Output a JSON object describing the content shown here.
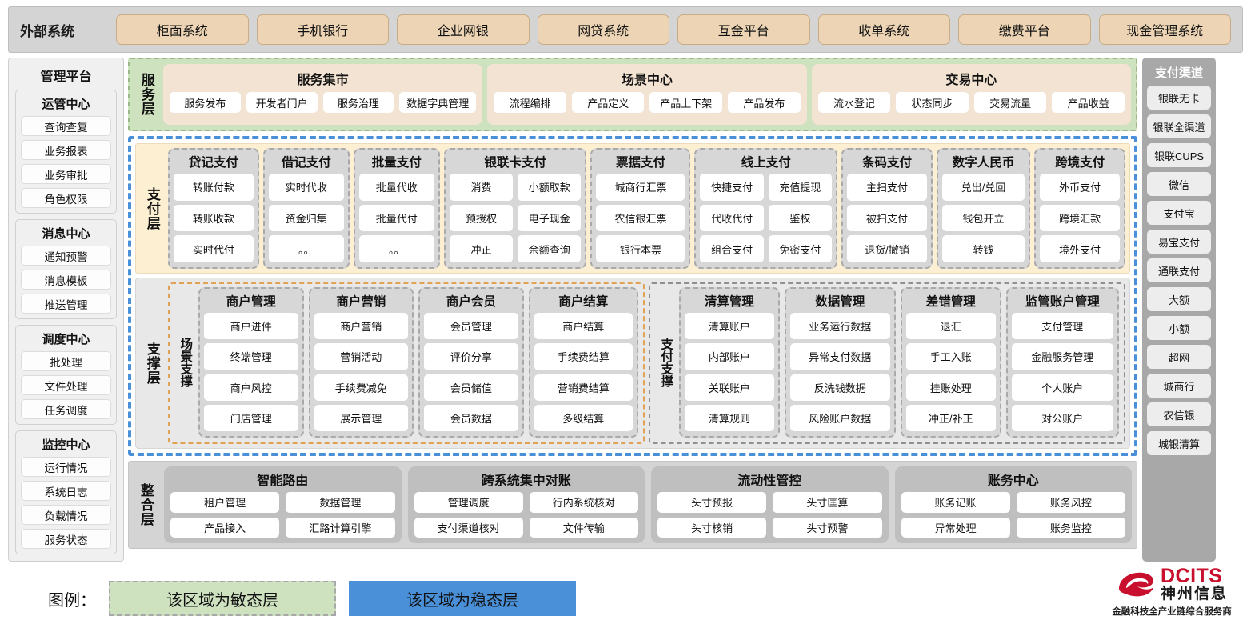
{
  "external": {
    "title": "外部系统",
    "items": [
      "柜面系统",
      "手机银行",
      "企业网银",
      "网贷系统",
      "互金平台",
      "收单系统",
      "缴费平台",
      "现金管理系统"
    ]
  },
  "management": {
    "title": "管理平台",
    "groups": [
      {
        "title": "运管中心",
        "items": [
          "查询查复",
          "业务报表",
          "业务审批",
          "角色权限"
        ]
      },
      {
        "title": "消息中心",
        "items": [
          "通知预警",
          "消息模板",
          "推送管理"
        ]
      },
      {
        "title": "调度中心",
        "items": [
          "批处理",
          "文件处理",
          "任务调度"
        ]
      },
      {
        "title": "监控中心",
        "items": [
          "运行情况",
          "系统日志",
          "负载情况",
          "服务状态"
        ]
      }
    ]
  },
  "service_layer": {
    "label": "服务层",
    "cards": [
      {
        "title": "服务集市",
        "items": [
          "服务发布",
          "开发者门户",
          "服务治理",
          "数据字典管理"
        ]
      },
      {
        "title": "场景中心",
        "items": [
          "流程编排",
          "产品定义",
          "产品上下架",
          "产品发布"
        ]
      },
      {
        "title": "交易中心",
        "items": [
          "流水登记",
          "状态同步",
          "交易流量",
          "产品收益"
        ]
      }
    ]
  },
  "payment_layer": {
    "label": "支付层",
    "groups": [
      {
        "title": "贷记支付",
        "cols": 1,
        "rows": [
          [
            "转账付款"
          ],
          [
            "转账收款"
          ],
          [
            "实时代付"
          ]
        ]
      },
      {
        "title": "借记支付",
        "cols": 1,
        "rows": [
          [
            "实时代收"
          ],
          [
            "资金归集"
          ],
          [
            "。。"
          ]
        ]
      },
      {
        "title": "批量支付",
        "cols": 1,
        "rows": [
          [
            "批量代收"
          ],
          [
            "批量代付"
          ],
          [
            "。。"
          ]
        ]
      },
      {
        "title": "银联卡支付",
        "cols": 2,
        "rows": [
          [
            "消费",
            "小额取款"
          ],
          [
            "预授权",
            "电子现金"
          ],
          [
            "冲正",
            "余额查询"
          ]
        ]
      },
      {
        "title": "票据支付",
        "cols": 1,
        "rows": [
          [
            "城商行汇票"
          ],
          [
            "农信银汇票"
          ],
          [
            "银行本票"
          ]
        ]
      },
      {
        "title": "线上支付",
        "cols": 2,
        "rows": [
          [
            "快捷支付",
            "充值提现"
          ],
          [
            "代收代付",
            "鉴权"
          ],
          [
            "组合支付",
            "免密支付"
          ]
        ]
      },
      {
        "title": "条码支付",
        "cols": 1,
        "rows": [
          [
            "主扫支付"
          ],
          [
            "被扫支付"
          ],
          [
            "退货/撤销"
          ]
        ]
      },
      {
        "title": "数字人民币",
        "cols": 1,
        "rows": [
          [
            "兑出/兑回"
          ],
          [
            "钱包开立"
          ],
          [
            "转钱"
          ]
        ]
      },
      {
        "title": "跨境支付",
        "cols": 1,
        "rows": [
          [
            "外币支付"
          ],
          [
            "跨境汇款"
          ],
          [
            "境外支付"
          ]
        ]
      }
    ]
  },
  "support_layer": {
    "label": "支撑层",
    "boxes": [
      {
        "label": "场景支撑",
        "groups": [
          {
            "title": "商户管理",
            "items": [
              "商户进件",
              "终端管理",
              "商户风控",
              "门店管理"
            ]
          },
          {
            "title": "商户营销",
            "items": [
              "商户营销",
              "营销活动",
              "手续费减免",
              "展示管理"
            ]
          },
          {
            "title": "商户会员",
            "items": [
              "会员管理",
              "评价分享",
              "会员储值",
              "会员数据"
            ]
          },
          {
            "title": "商户结算",
            "items": [
              "商户结算",
              "手续费结算",
              "营销费结算",
              "多级结算"
            ]
          }
        ]
      },
      {
        "label": "支付支撑",
        "groups": [
          {
            "title": "清算管理",
            "items": [
              "清算账户",
              "内部账户",
              "关联账户",
              "清算规则"
            ]
          },
          {
            "title": "数据管理",
            "items": [
              "业务运行数据",
              "异常支付数据",
              "反洗钱数据",
              "风险账户数据"
            ]
          },
          {
            "title": "差错管理",
            "items": [
              "退汇",
              "手工入账",
              "挂账处理",
              "冲正/补正"
            ]
          },
          {
            "title": "监管账户管理",
            "items": [
              "支付管理",
              "金融服务管理",
              "个人账户",
              "对公账户"
            ]
          }
        ]
      }
    ]
  },
  "integration_layer": {
    "label": "整合层",
    "cards": [
      {
        "title": "智能路由",
        "rows": [
          [
            "租户管理",
            "数据管理"
          ],
          [
            "产品接入",
            "汇路计算引擎"
          ]
        ]
      },
      {
        "title": "跨系统集中对账",
        "rows": [
          [
            "管理调度",
            "行内系统核对"
          ],
          [
            "支付渠道核对",
            "文件传输"
          ]
        ]
      },
      {
        "title": "流动性管控",
        "rows": [
          [
            "头寸预报",
            "头寸匡算"
          ],
          [
            "头寸核销",
            "头寸预警"
          ]
        ]
      },
      {
        "title": "账务中心",
        "rows": [
          [
            "账务记账",
            "账务风控"
          ],
          [
            "异常处理",
            "账务监控"
          ]
        ]
      }
    ]
  },
  "channels": {
    "title": "支付渠道",
    "items": [
      "银联无卡",
      "银联全渠道",
      "银联CUPS",
      "微信",
      "支付宝",
      "易宝支付",
      "通联支付",
      "大额",
      "小额",
      "超网",
      "城商行",
      "农信银",
      "城银清算"
    ]
  },
  "legend": {
    "label": "图例：",
    "agile": "该区域为敏态层",
    "stable": "该区域为稳态层",
    "colors": {
      "agile": "#cfe2c0",
      "stable": "#4a90d9",
      "payment": "#fdefd2",
      "external_chip": "#ecd4b4"
    }
  },
  "logo": {
    "brand_en": "DCITS",
    "brand_cn": "神州信息",
    "tagline": "金融科技全产业链综合服务商"
  }
}
